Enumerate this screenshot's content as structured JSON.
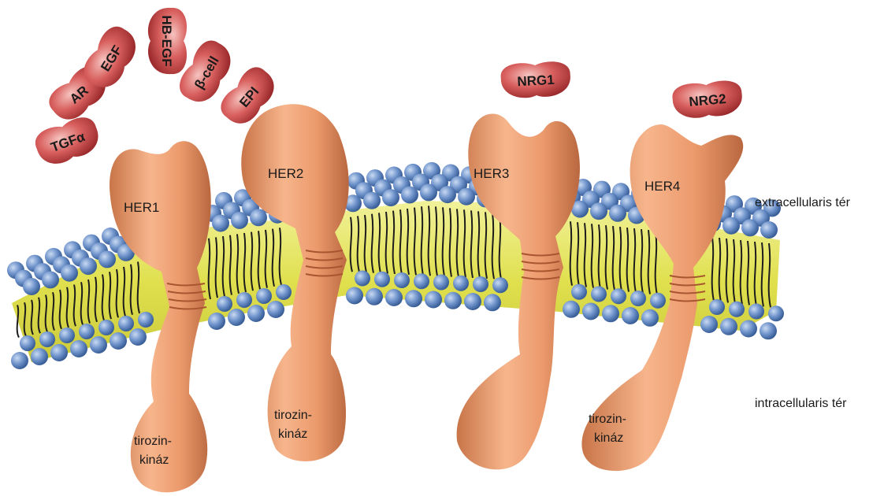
{
  "ligands": [
    {
      "id": "tgfa",
      "label": "TGFα"
    },
    {
      "id": "ar",
      "label": "AR"
    },
    {
      "id": "egf",
      "label": "EGF"
    },
    {
      "id": "hbegf",
      "label": "HB-EGF"
    },
    {
      "id": "bcell",
      "label": "β-cell"
    },
    {
      "id": "epi",
      "label": "EPI"
    },
    {
      "id": "nrg1",
      "label": "NRG1"
    },
    {
      "id": "nrg2",
      "label": "NRG2"
    }
  ],
  "receptors": [
    {
      "id": "her1",
      "label": "HER1",
      "kinase": [
        "tirozin-",
        "kináz"
      ]
    },
    {
      "id": "her2",
      "label": "HER2",
      "kinase": [
        "tirozin-",
        "kináz"
      ]
    },
    {
      "id": "her3",
      "label": "HER3",
      "kinase": []
    },
    {
      "id": "her4",
      "label": "HER4",
      "kinase": [
        "tirozin-",
        "kináz"
      ]
    }
  ],
  "regions": {
    "extracellular": "extracellularis tér",
    "intracellular": "intracellularis tér"
  },
  "colors": {
    "receptor": "#e9956a",
    "receptor_dark": "#b4643c",
    "ligand": "#c0393c",
    "lipid_head": "#5f86c2",
    "lipid_core": "#e4e45c",
    "lipid_tail": "#222222"
  }
}
